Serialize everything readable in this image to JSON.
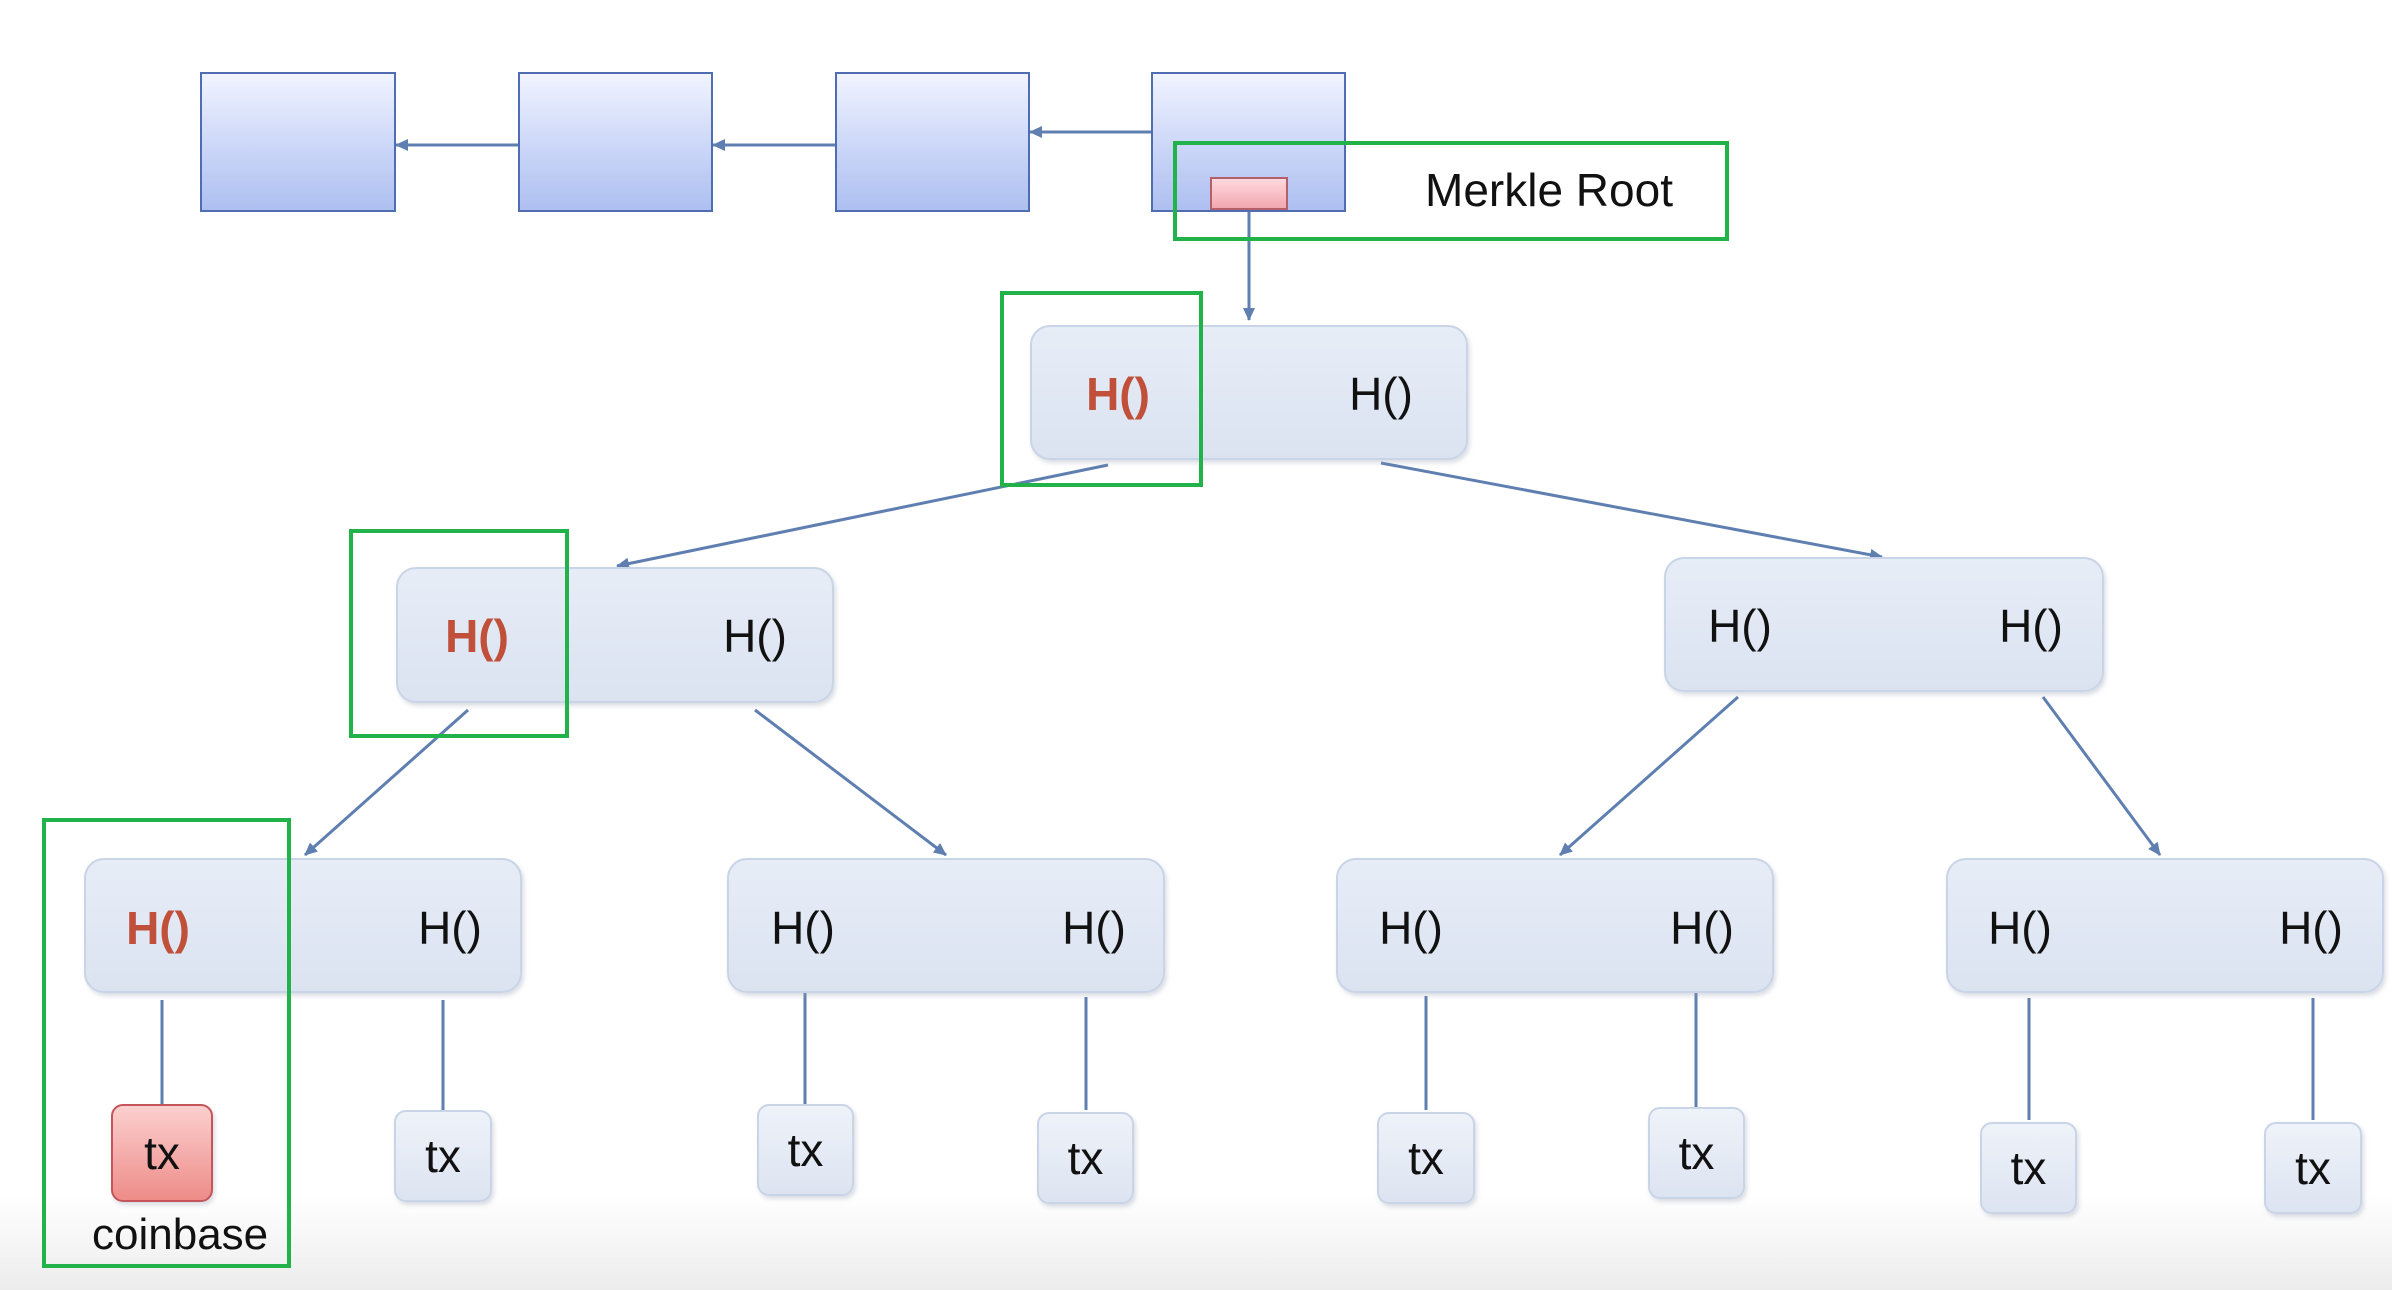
{
  "labels": {
    "merkle_root": "Merkle Root",
    "hash": "H()",
    "tx": "tx",
    "coinbase": "coinbase"
  },
  "colors": {
    "block_border": "#4f6db2",
    "highlight_green": "#22b24a",
    "hash_red": "#c0503a",
    "coinbase_fill": "#ee8c88",
    "arrow": "#5f7fb1"
  }
}
